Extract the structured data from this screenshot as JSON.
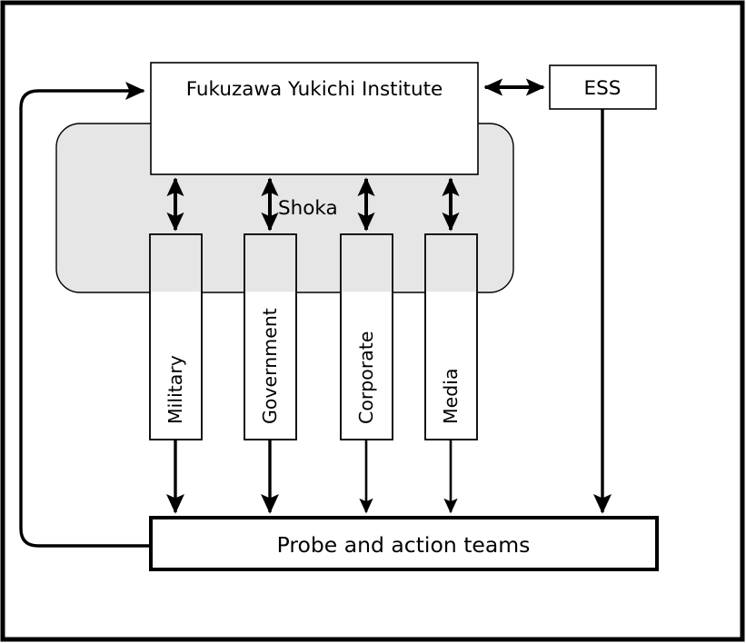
{
  "diagram": {
    "title_text": "",
    "frame": {
      "stroke": "#000000",
      "fill": "#ffffff"
    },
    "group_region": {
      "label": "",
      "fill": "#e6e6e6",
      "stroke": "#000000"
    },
    "nodes": {
      "institute": {
        "label": "Fukuzawa Yukichi Institute",
        "fill": "#ffffff",
        "stroke": "#000000"
      },
      "ess": {
        "label": "ESS",
        "fill": "#ffffff",
        "stroke": "#000000"
      },
      "probe_teams": {
        "label": "Probe and action  teams",
        "fill": "#ffffff",
        "stroke": "#000000"
      },
      "columns": [
        {
          "label": "Military",
          "fill": "#ffffff",
          "stroke": "#000000"
        },
        {
          "label": "Government",
          "fill": "#ffffff",
          "stroke": "#000000"
        },
        {
          "label": "Corporate",
          "fill": "#ffffff",
          "stroke": "#000000"
        },
        {
          "label": "Media",
          "fill": "#ffffff",
          "stroke": "#000000"
        }
      ]
    },
    "edge_labels": {
      "shoka": "Shoka"
    }
  }
}
